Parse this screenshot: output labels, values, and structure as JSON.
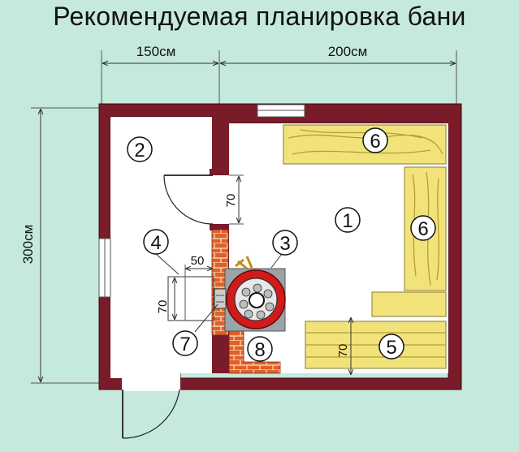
{
  "title": "Рекомендуемая планировка бани",
  "dimensions": {
    "width_left": "150см",
    "width_right": "200см",
    "height": "300см",
    "door_gap": "70",
    "heater_width": "50",
    "heater_depth": "70",
    "bench_depth": "70"
  },
  "labels": {
    "steam_room": "1",
    "dressing_room": "2",
    "heater": "3",
    "rest_area": "4",
    "lower_bench": "5",
    "upper_bench_top": "6",
    "upper_bench_right": "6",
    "firebox": "7",
    "brick_base": "8"
  },
  "colors": {
    "background": "#c5e9dc",
    "walls": "#7a1b2a",
    "floor": "#ffffff",
    "wood": "#f1e37a",
    "brick": "#e0602a",
    "stove_red": "#d11a1a"
  }
}
